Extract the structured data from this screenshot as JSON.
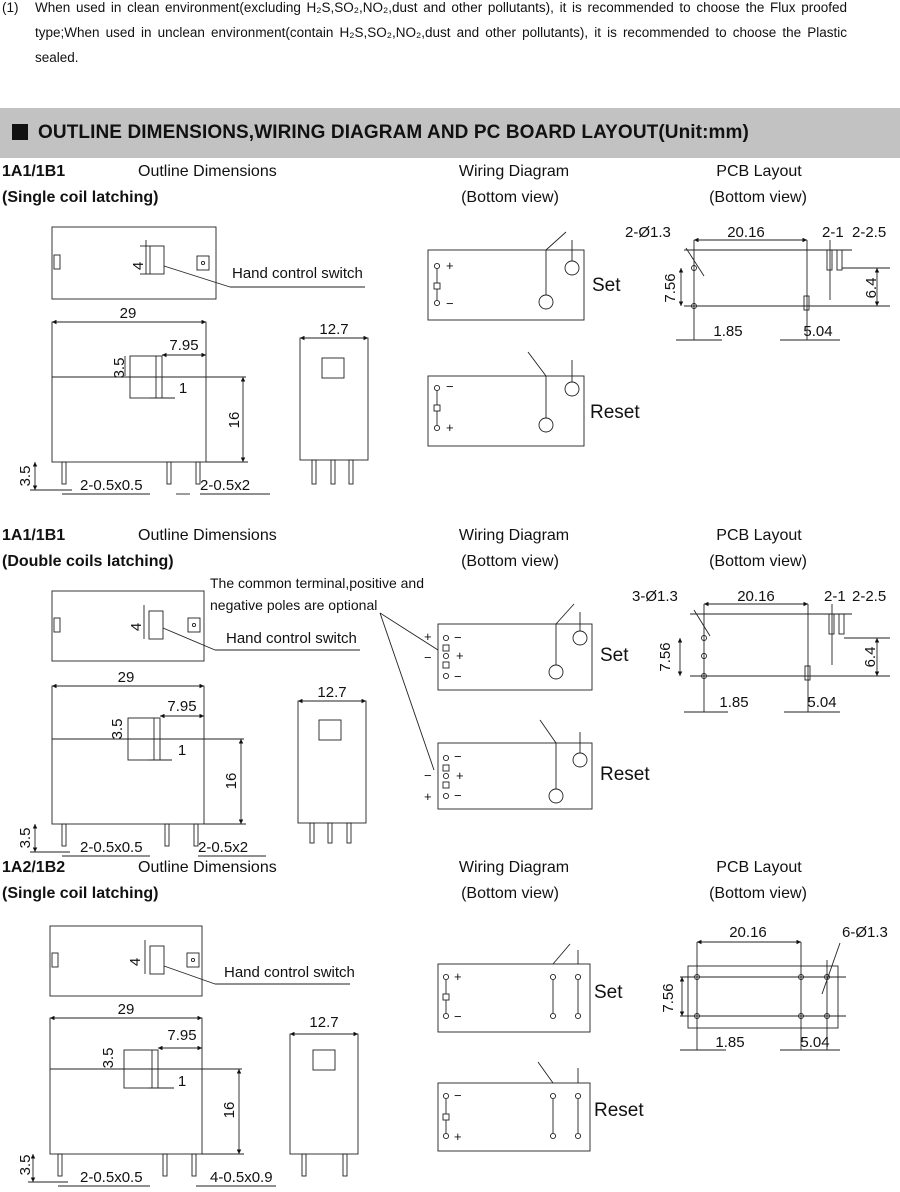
{
  "note": {
    "number": "(1)",
    "text": "When used in clean environment(excluding H₂S,SO₂,NO₂,dust and other pollutants), it is recommended to choose the Flux proofed type;When used in unclean environment(contain H₂S,SO₂,NO₂,dust and other pollutants), it is recommended to choose the Plastic sealed."
  },
  "section_title": "OUTLINE DIMENSIONS,WIRING DIAGRAM AND PC BOARD LAYOUT(Unit:mm)",
  "headers": {
    "outline": "Outline Dimensions",
    "wiring": "Wiring Diagram",
    "pcb": "PCB Layout",
    "bottom_view": "(Bottom view)"
  },
  "blocks": [
    {
      "model": "1A1/1B1",
      "variant": "(Single coil latching)"
    },
    {
      "model": "1A1/1B1",
      "variant": "(Double coils latching)"
    },
    {
      "model": "1A2/1B2",
      "variant": "(Single coil latching)"
    }
  ],
  "labels": {
    "hand_switch": "Hand control switch",
    "common_terminal_1": "The common terminal,positive and",
    "common_terminal_2": "negative poles are optional",
    "set": "Set",
    "reset": "Reset",
    "plus": "+",
    "minus": "−"
  },
  "dims": {
    "d4": "4",
    "d29": "29",
    "d7_95": "7.95",
    "d3_5": "3.5",
    "d1": "1",
    "d16": "16",
    "d12_7": "12.7",
    "pin_a": "2-0.5x0.5",
    "pin_b": "2-0.5x2",
    "pin_c": "4-0.5x0.9",
    "d20_16": "20.16",
    "d7_56": "7.56",
    "d1_85": "1.85",
    "d5_04": "5.04",
    "d2_1": "2-1",
    "d2_2_5": "2-2.5",
    "d6_4": "6.4",
    "hole2": "2-Ø1.3",
    "hole3": "3-Ø1.3",
    "hole6": "6-Ø1.3"
  }
}
